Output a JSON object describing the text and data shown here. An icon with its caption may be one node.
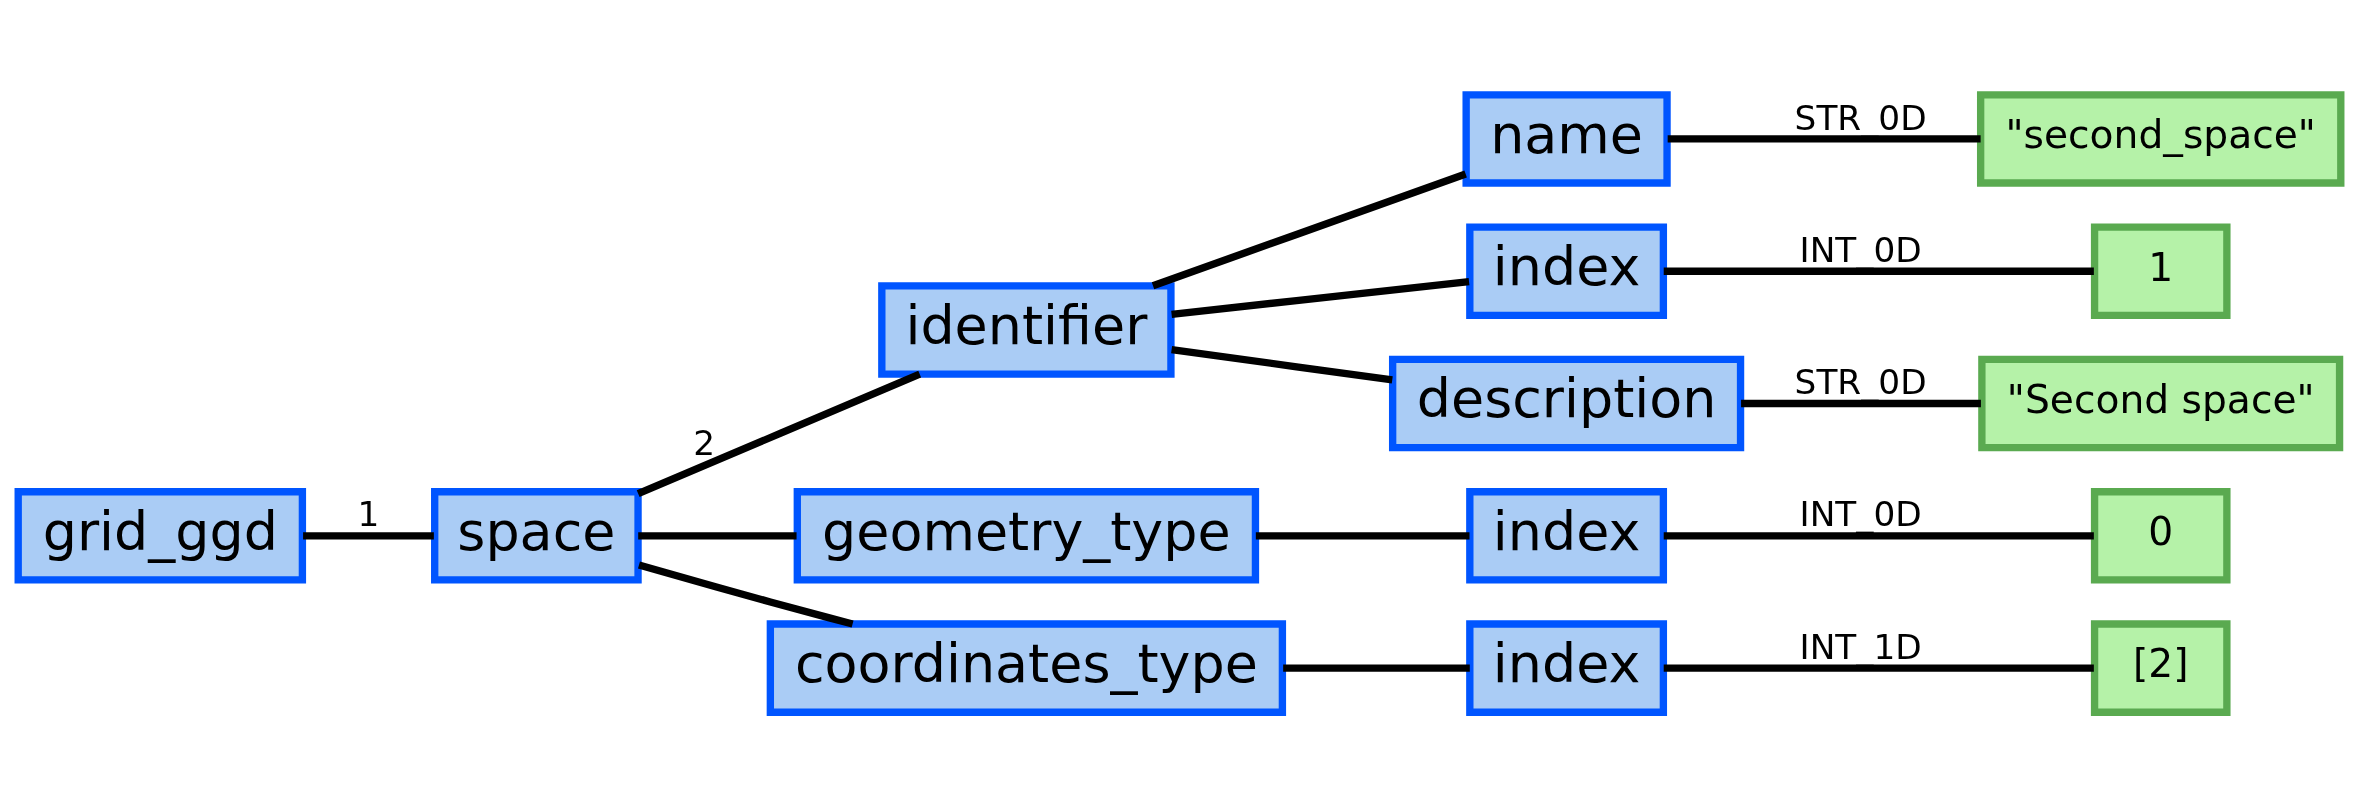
{
  "diagram": {
    "nodes": [
      {
        "text": [
          "grid_ggd"
        ]
      },
      {
        "text": [
          "space"
        ]
      },
      {
        "text": [
          "identifier"
        ]
      },
      {
        "text": [
          "name"
        ]
      },
      {
        "text": [
          "index"
        ]
      },
      {
        "text": [
          "description"
        ]
      },
      {
        "text": [
          "\"second_space\""
        ]
      },
      {
        "text": [
          "1"
        ]
      },
      {
        "text": [
          "\"Second space\""
        ]
      },
      {
        "text": [
          "geometry_type"
        ]
      },
      {
        "text": [
          "index"
        ]
      },
      {
        "text": [
          "0"
        ]
      },
      {
        "text": [
          "coordinates_type"
        ]
      },
      {
        "text": [
          "index"
        ]
      },
      {
        "text": [
          "[2]"
        ]
      }
    ],
    "edges": [
      {
        "from": 0,
        "to": 1,
        "arrow": "none",
        "label": "1"
      },
      {
        "from": 1,
        "to": 2,
        "arrow": "none",
        "label": "2"
      },
      {
        "from": 1,
        "to": 9,
        "arrow": "none"
      },
      {
        "from": 1,
        "to": 12,
        "arrow": "none"
      },
      {
        "from": 2,
        "to": 3,
        "arrow": "none"
      },
      {
        "from": 2,
        "to": 4,
        "arrow": "none"
      },
      {
        "from": 2,
        "to": 5,
        "arrow": "none"
      },
      {
        "from": 3,
        "to": 6,
        "arrow": "none",
        "label": "STR_0D"
      },
      {
        "from": 4,
        "to": 7,
        "arrow": "none",
        "label": "INT_0D"
      },
      {
        "from": 5,
        "to": 8,
        "arrow": "none",
        "label": "STR_0D"
      },
      {
        "from": 9,
        "to": 10,
        "arrow": "none"
      },
      {
        "from": 10,
        "to": 11,
        "arrow": "none",
        "label": "INT_0D"
      },
      {
        "from": 12,
        "to": 13,
        "arrow": "none"
      },
      {
        "from": 13,
        "to": 14,
        "arrow": "none",
        "label": "INT_1D"
      }
    ]
  }
}
